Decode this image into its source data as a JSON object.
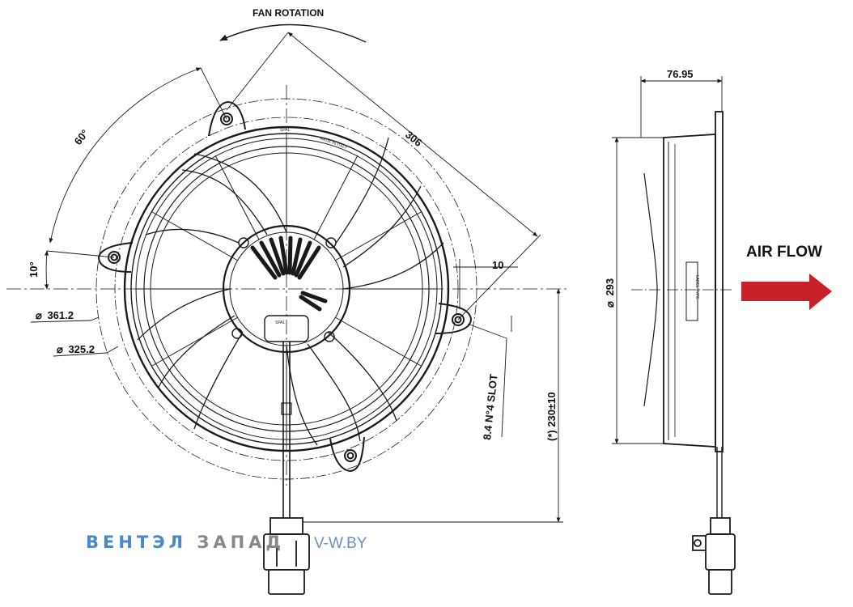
{
  "labels": {
    "fan_rotation": "FAN ROTATION",
    "air_flow": "AIR FLOW",
    "dim_306": "306",
    "dim_60deg": "60°",
    "dim_10deg": "10°",
    "dim_10": "10",
    "dim_d3612": "361.2",
    "dim_d3252": "325.2",
    "dim_slot": "8.4 N°4 SLOT",
    "dim_230": "(*) 230±10",
    "dim_7695": "76.95",
    "dim_d293": "293",
    "diameter_symbol": "⌀"
  },
  "part_markings": {
    "brand": "SPAL",
    "made_in": "MADE IN ITALY",
    "label_type": "LABEL TYPE"
  },
  "watermark": {
    "part1": "ВЕНТЭЛ",
    "part2": "ЗАПАД",
    "site": "V-W.BY"
  },
  "colors": {
    "line": "#1a1a1a",
    "arrow_fill": "#c8212a",
    "watermark_blue": "#4a88c8",
    "watermark_gray": "#888888",
    "site_blue": "#6a8fc0"
  }
}
